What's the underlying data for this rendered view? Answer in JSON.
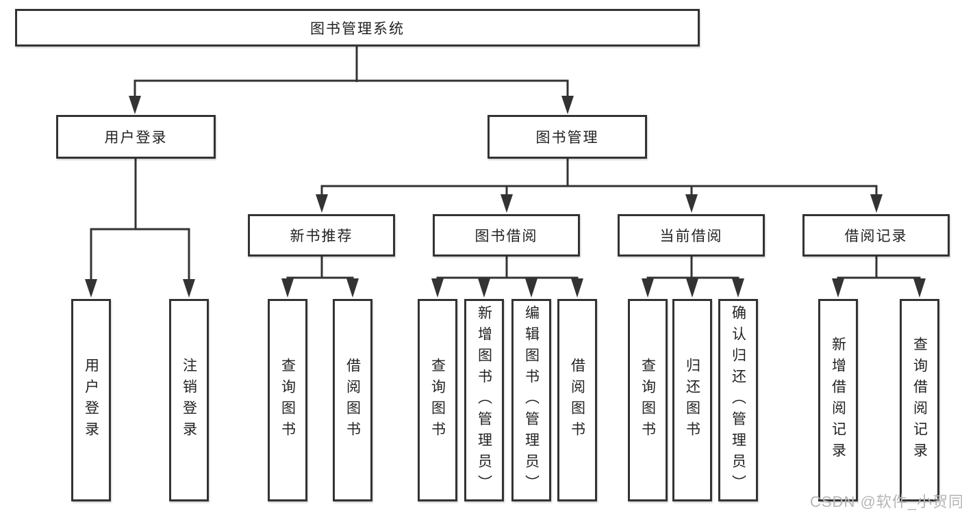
{
  "nodes": {
    "root": "图书管理系统",
    "level2": [
      "用户登录",
      "图书管理"
    ],
    "level3": [
      "新书推荐",
      "图书借阅",
      "当前借阅",
      "借阅记录"
    ],
    "leaves": {
      "user_login": [
        "用户登录",
        "注销登录"
      ],
      "new_book_recommend": [
        "查询图书",
        "借阅图书"
      ],
      "book_borrow": [
        "查询图书",
        "新增图书（管理员）",
        "编辑图书（管理员）",
        "借阅图书"
      ],
      "current_borrow": [
        "查询图书",
        "归还图书",
        "确认归还（管理员）"
      ],
      "borrow_record": [
        "新增借阅记录",
        "查询借阅记录"
      ]
    }
  },
  "watermark": "CSDN @软件_小贺同学",
  "colors": {
    "line": "#333333",
    "border": "#333333",
    "fill": "#ffffff",
    "text": "#222222",
    "watermark": "#b5b5b5",
    "background": "#ffffff"
  }
}
